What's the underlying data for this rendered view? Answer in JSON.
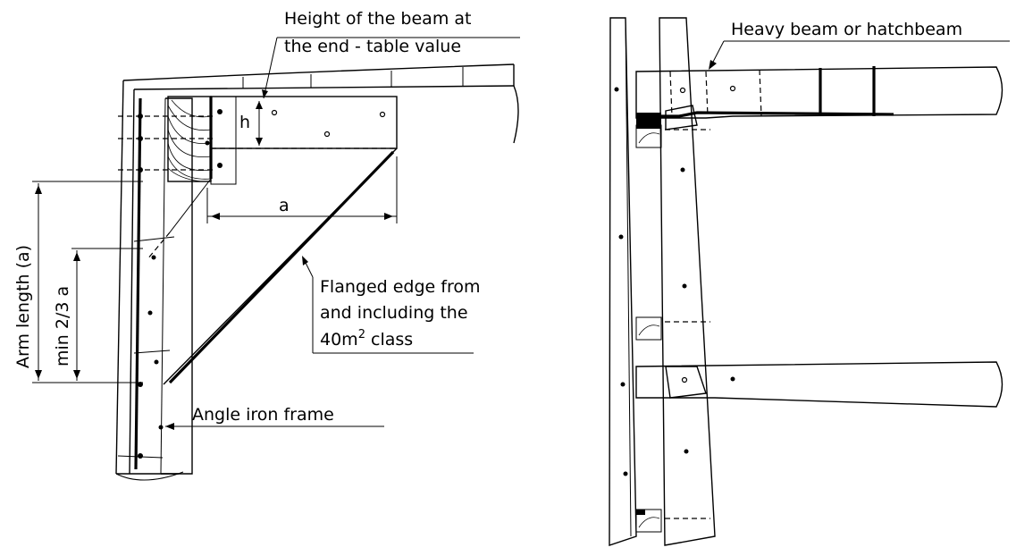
{
  "left_figure": {
    "callout_height_line1": "Height of the beam at",
    "callout_height_line2": "the end - table value",
    "dim_h": "h",
    "dim_a": "a",
    "arm_length": "Arm length (a)",
    "min_two_thirds": "min 2/3 a",
    "flanged_line1": "Flanged edge from",
    "flanged_line2": "and including the",
    "flanged_line3_pre": "40m",
    "flanged_line3_sup": "2",
    "flanged_line3_post": " class",
    "angle_iron": "Angle iron frame"
  },
  "right_figure": {
    "heavy_beam": "Heavy beam or hatchbeam"
  }
}
